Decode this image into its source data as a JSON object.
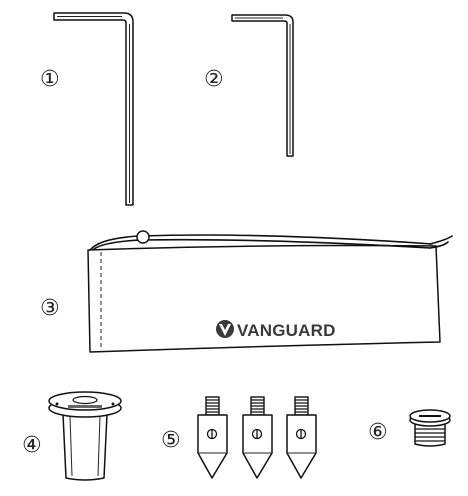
{
  "items": [
    {
      "number": "①",
      "name": "Large hex key"
    },
    {
      "number": "②",
      "name": "Small hex key"
    },
    {
      "number": "③",
      "name": "Drawstring bag"
    },
    {
      "number": "④",
      "name": "Adapter bushing"
    },
    {
      "number": "⑤",
      "name": "Spikes"
    },
    {
      "number": "⑥",
      "name": "Screw adapter"
    }
  ],
  "bag": {
    "brand_text": "VANGUARD"
  },
  "icons": {
    "logo": "vanguard-logo-icon"
  }
}
